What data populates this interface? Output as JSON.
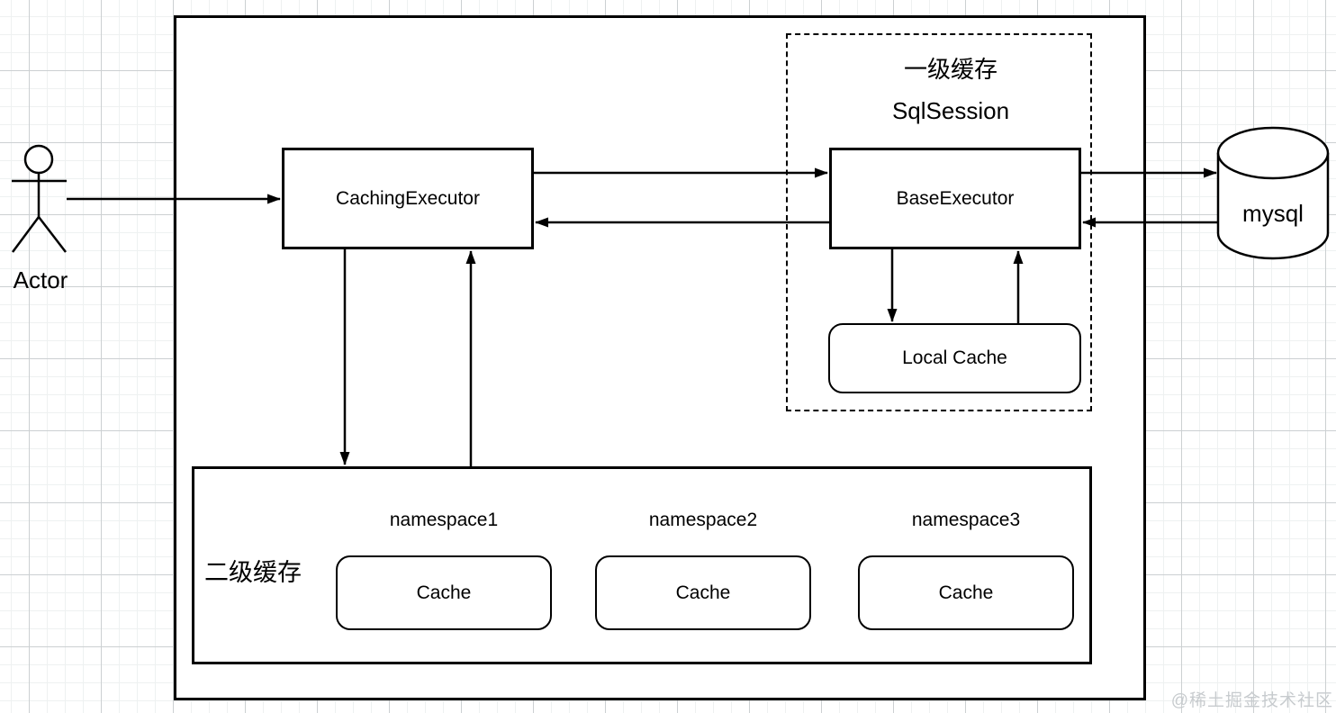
{
  "diagram": {
    "actor": {
      "label": "Actor"
    },
    "caching_executor": {
      "label": "CachingExecutor"
    },
    "first_level_cache": {
      "title": "一级缓存",
      "subtitle": "SqlSession",
      "base_executor_label": "BaseExecutor",
      "local_cache_label": "Local Cache"
    },
    "database": {
      "label": "mysql"
    },
    "second_level_cache": {
      "title": "二级缓存",
      "namespaces": [
        {
          "name": "namespace1",
          "cache_label": "Cache"
        },
        {
          "name": "namespace2",
          "cache_label": "Cache"
        },
        {
          "name": "namespace3",
          "cache_label": "Cache"
        }
      ]
    },
    "watermark": "@稀土掘金技术社区",
    "colors": {
      "stroke": "#000000",
      "background": "#ffffff",
      "grid_minor": "#eef1f1",
      "grid_major": "#ccd0d2",
      "watermark": "#c7cbce"
    }
  }
}
